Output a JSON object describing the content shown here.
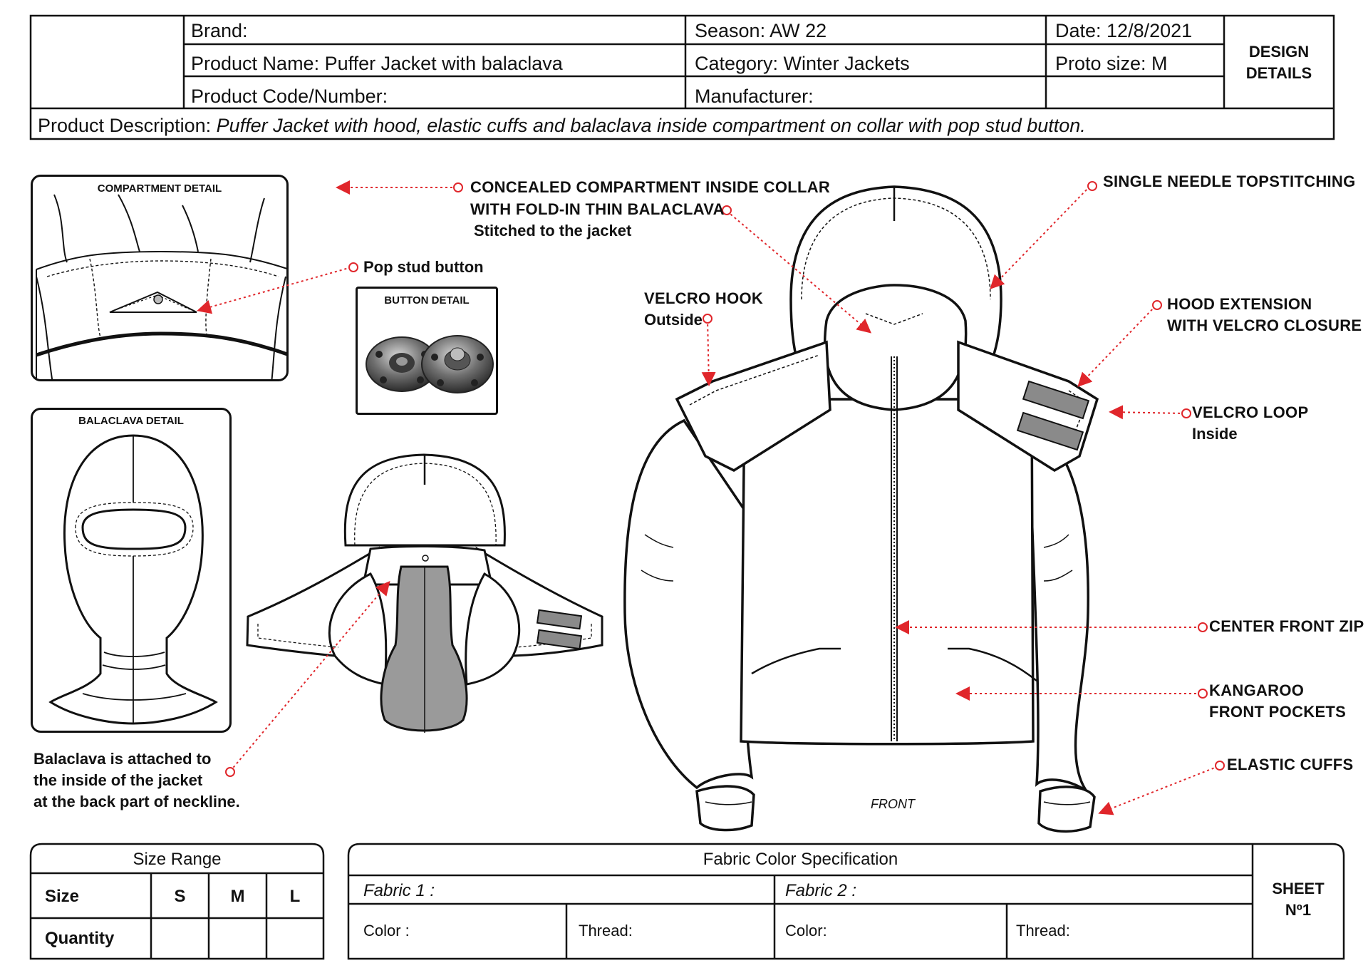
{
  "header": {
    "brand_label": "Brand:",
    "product_name": "Product Name: Puffer Jacket with balaclava",
    "product_code": "Product Code/Number:",
    "season": "Season: AW 22",
    "category": "Category: Winter Jackets",
    "manufacturer": "Manufacturer:",
    "date": "Date: 12/8/2021",
    "proto_size": "Proto size: M",
    "design_details_line1": "DESIGN",
    "design_details_line2": "DETAILS",
    "description_label": "Product Description:",
    "description_text": "Puffer Jacket with hood, elastic cuffs and balaclava inside compartment on collar with pop stud button."
  },
  "details": {
    "compartment_title": "COMPARTMENT DETAIL",
    "button_title": "BUTTON DETAIL",
    "balaclava_title": "BALACLAVA DETAIL",
    "front_label": "FRONT"
  },
  "annotations": {
    "concealed_line1": "CONCEALED COMPARTMENT INSIDE COLLAR",
    "concealed_line2": "WITH FOLD-IN THIN BALACLAVA",
    "concealed_line3": "Stitched to the jacket",
    "pop_stud": "Pop stud button",
    "single_needle": "SINGLE NEEDLE TOPSTITCHING",
    "velcro_hook_line1": "VELCRO HOOK",
    "velcro_hook_line2": "Outside",
    "hood_ext_line1": "HOOD EXTENSION",
    "hood_ext_line2": "WITH VELCRO CLOSURE",
    "velcro_loop_line1": "VELCRO LOOP",
    "velcro_loop_line2": "Inside",
    "center_zip": "CENTER FRONT ZIP",
    "kangaroo_line1": "KANGAROO",
    "kangaroo_line2": "FRONT POCKETS",
    "elastic_cuffs": "ELASTIC CUFFS",
    "balaclava_note_line1": "Balaclava is attached to",
    "balaclava_note_line2": "the inside of the jacket",
    "balaclava_note_line3": "at the back part of neckline."
  },
  "size_range": {
    "title": "Size Range",
    "size_label": "Size",
    "sizes": [
      "S",
      "M",
      "L"
    ],
    "quantity_label": "Quantity"
  },
  "fabric_spec": {
    "title": "Fabric Color Specification",
    "fabric1": "Fabric 1 :",
    "fabric2": "Fabric 2 :",
    "color1": "Color :",
    "thread1": "Thread:",
    "color2": "Color:",
    "thread2": "Thread:",
    "sheet_line1": "SHEET",
    "sheet_line2": "Nº1"
  },
  "colors": {
    "annotation_red": "#e0262b",
    "line": "#111111",
    "velcro_grey": "#8a8a8a",
    "balaclava_grey": "#9a9a9a"
  }
}
